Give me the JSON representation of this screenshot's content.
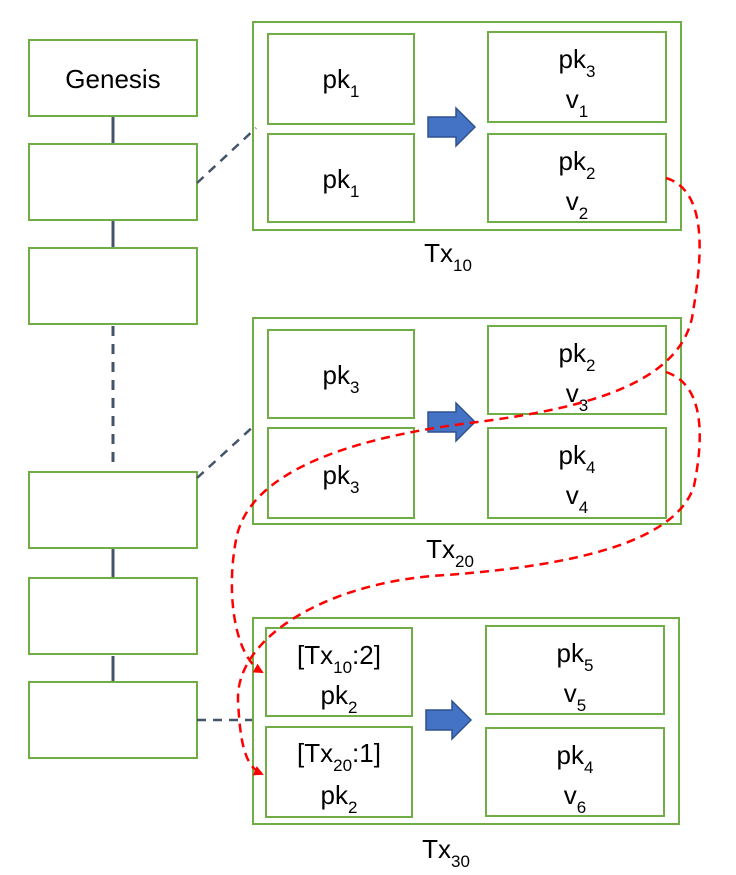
{
  "colors": {
    "box_border": "#70AD47",
    "chain_line": "#44546A",
    "arrow_fill": "#4472C4",
    "reference_line": "#FF0000"
  },
  "chain": {
    "genesis_label": "Genesis"
  },
  "transactions": [
    {
      "label": {
        "base": "Tx",
        "sub": "10"
      },
      "inputs": [
        {
          "line1": {
            "base": "pk",
            "sub": "1"
          }
        },
        {
          "line1": {
            "base": "pk",
            "sub": "1"
          }
        }
      ],
      "outputs": [
        {
          "line1": {
            "base": "pk",
            "sub": "3"
          },
          "line2": {
            "base": "v",
            "sub": "1"
          }
        },
        {
          "line1": {
            "base": "pk",
            "sub": "2"
          },
          "line2": {
            "base": "v",
            "sub": "2"
          }
        }
      ]
    },
    {
      "label": {
        "base": "Tx",
        "sub": "20"
      },
      "inputs": [
        {
          "line1": {
            "base": "pk",
            "sub": "3"
          }
        },
        {
          "line1": {
            "base": "pk",
            "sub": "3"
          }
        }
      ],
      "outputs": [
        {
          "line1": {
            "base": "pk",
            "sub": "2"
          },
          "line2": {
            "base": "v",
            "sub": "3"
          }
        },
        {
          "line1": {
            "base": "pk",
            "sub": "4"
          },
          "line2": {
            "base": "v",
            "sub": "4"
          }
        }
      ]
    },
    {
      "label": {
        "base": "Tx",
        "sub": "30"
      },
      "inputs": [
        {
          "ref": {
            "open": "[Tx",
            "sub": "10",
            "close": ":2]"
          },
          "line2": {
            "base": "pk",
            "sub": "2"
          }
        },
        {
          "ref": {
            "open": "[Tx",
            "sub": "20",
            "close": ":1]"
          },
          "line2": {
            "base": "pk",
            "sub": "2"
          }
        }
      ],
      "outputs": [
        {
          "line1": {
            "base": "pk",
            "sub": "5"
          },
          "line2": {
            "base": "v",
            "sub": "5"
          }
        },
        {
          "line1": {
            "base": "pk",
            "sub": "4"
          },
          "line2": {
            "base": "v",
            "sub": "6"
          }
        }
      ]
    }
  ]
}
